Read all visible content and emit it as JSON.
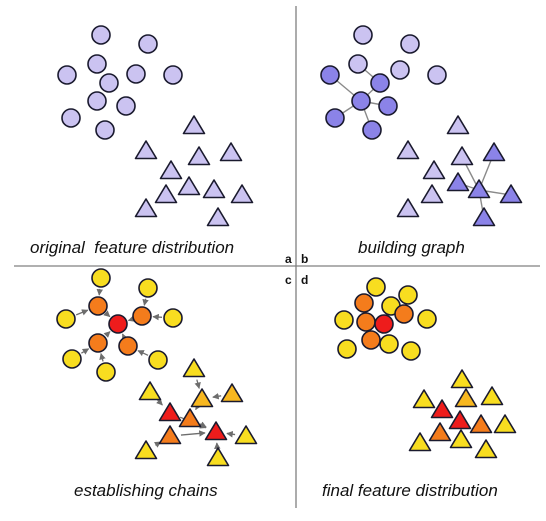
{
  "captions": {
    "a": "original  feature distribution",
    "b": "building graph",
    "c": "establishing chains",
    "d": "final feature distribution"
  },
  "panel_labels": {
    "a": "a",
    "b": "b",
    "c": "c",
    "d": "d"
  },
  "colors": {
    "lavender": "#cbc3f1",
    "blue": "#8b83e8",
    "yellow": "#f8dd20",
    "amber": "#f7b720",
    "orange": "#f47c1c",
    "red": "#ee1c1c",
    "stroke": "#1a1a2e",
    "divider": "#808080",
    "edge": "#8a8a8a"
  }
}
